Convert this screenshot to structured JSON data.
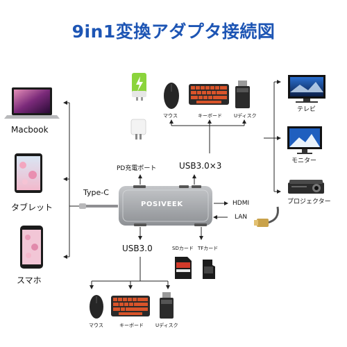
{
  "title": "9in1変換アダプタ接続図",
  "hub": {
    "brand": "POSIVEEK"
  },
  "left_devices": [
    {
      "label": "Macbook",
      "icon": "laptop-icon"
    },
    {
      "label": "タブレット",
      "icon": "tablet-icon"
    },
    {
      "label": "スマホ",
      "icon": "smartphone-icon"
    }
  ],
  "right_devices": [
    {
      "label": "テレビ",
      "icon": "tv-icon"
    },
    {
      "label": "モニター",
      "icon": "monitor-icon"
    },
    {
      "label": "プロジェクター",
      "icon": "projector-icon"
    }
  ],
  "ports": {
    "pd": "PD充電ポート",
    "usb_top": "USB3.0×3",
    "type_c": "Type-C",
    "hdmi": "HDMI",
    "lan": "LAN",
    "usb_bottom": "USB3.0",
    "sd": "SDカード",
    "tf": "TFカード"
  },
  "top_accessories": [
    {
      "label": "マウス",
      "icon": "mouse-icon"
    },
    {
      "label": "キーボード",
      "icon": "keyboard-icon"
    },
    {
      "label": "Uディスク",
      "icon": "usb-drive-icon"
    }
  ],
  "bottom_accessories": [
    {
      "label": "マウス",
      "icon": "mouse-icon"
    },
    {
      "label": "キーボード",
      "icon": "keyboard-icon"
    },
    {
      "label": "Uディスク",
      "icon": "usb-drive-icon"
    }
  ],
  "colors": {
    "title": "#1d55b4",
    "charger_green": "#8bd43c",
    "keyboard_orange": "#d9542a",
    "hub_gray": "#a7a9ac"
  }
}
